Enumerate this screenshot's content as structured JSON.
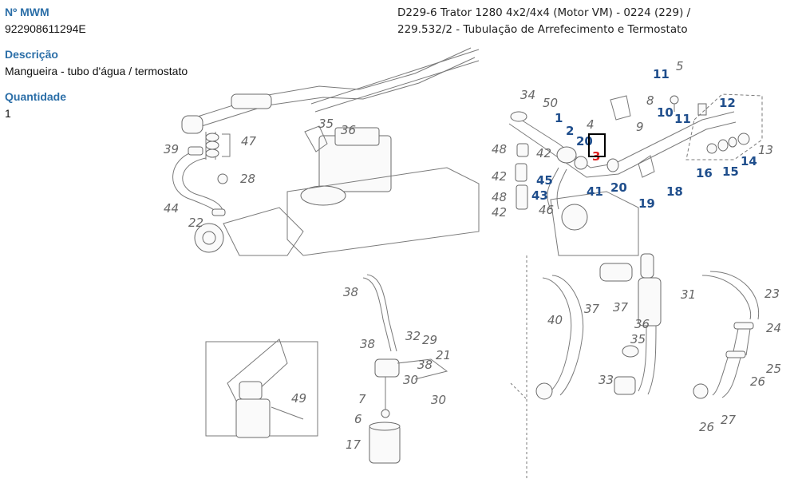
{
  "part_info": {
    "mwm_label": "Nº MWM",
    "mwm_value": "922908611294E",
    "description_label": "Descrição",
    "description_value": "Mangueira - tubo d'água / termostato",
    "quantity_label": "Quantidade",
    "quantity_value": "1"
  },
  "diagram": {
    "title_line1": "D229-6 Trator 1280 4x2/4x4 (Motor VM) - 0224 (229)  /",
    "title_line2": "229.532/2 - Tubulação de Arrefecimento e Termostato",
    "highlighted_callout": "3",
    "callouts_blue": [
      "11",
      "12",
      "1",
      "2",
      "20",
      "10",
      "11",
      "45",
      "43",
      "41",
      "20",
      "19",
      "18",
      "16",
      "15",
      "14"
    ],
    "callouts_gray": [
      "5",
      "8",
      "34",
      "50",
      "4",
      "9",
      "48",
      "42",
      "46",
      "42",
      "48",
      "42",
      "13",
      "47",
      "39",
      "28",
      "44",
      "22",
      "35",
      "36",
      "38",
      "32",
      "29",
      "21",
      "38",
      "38",
      "30",
      "30",
      "7",
      "6",
      "17",
      "49",
      "37",
      "37",
      "31",
      "40",
      "36",
      "35",
      "33",
      "23",
      "24",
      "25",
      "26",
      "26",
      "27"
    ],
    "colors": {
      "label": "#2c6fa8",
      "callout_blue": "#1f4e8c",
      "callout_highlight": "#e02020"
    }
  }
}
